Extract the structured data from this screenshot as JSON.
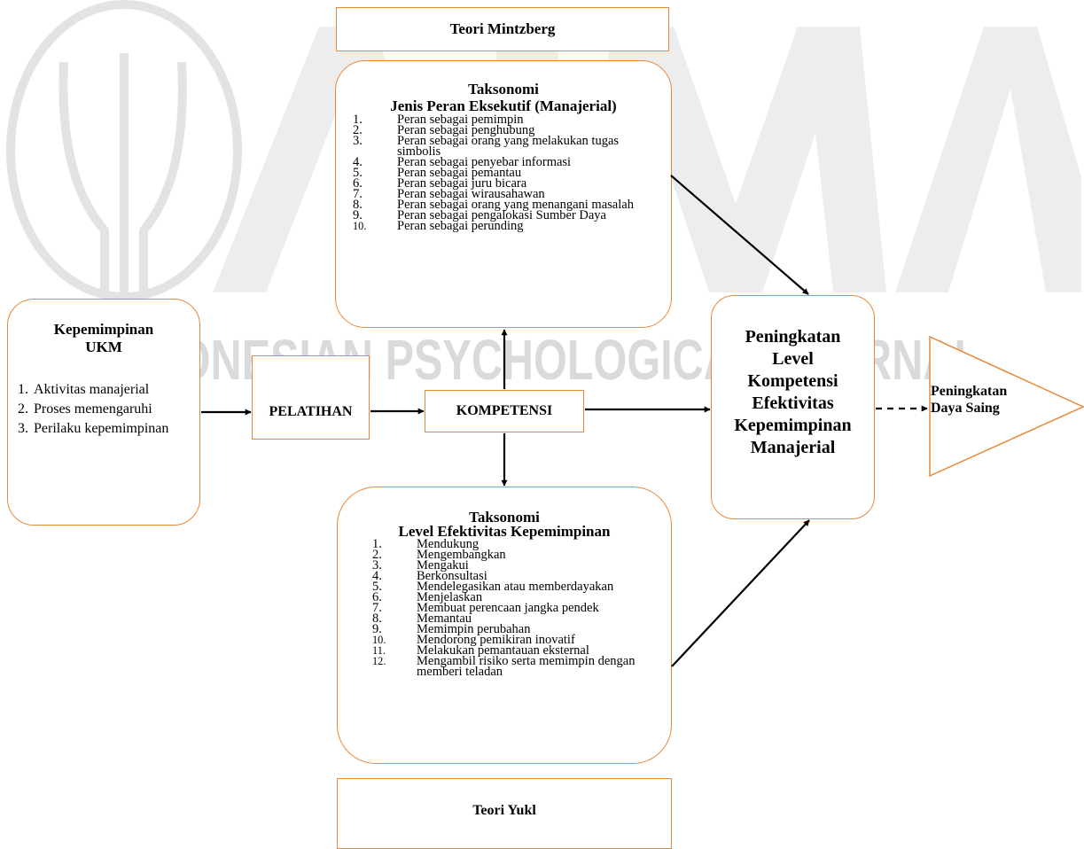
{
  "watermark": {
    "text": "INDONESIAN PSYCHOLOGICAL JOURNAL"
  },
  "colors": {
    "box_border": "#E8893A",
    "watermark": "#D9D9D9",
    "arrow": "#000000"
  },
  "teori_mintzberg": {
    "label": "Teori Mintzberg"
  },
  "teori_yukl": {
    "label": "Teori Yukl"
  },
  "taksonomi_mintzberg": {
    "title": "Taksonomi",
    "subtitle": "Jenis Peran Eksekutif (Manajerial)",
    "items": [
      {
        "num": "1.",
        "text": "Peran sebagai pemimpin"
      },
      {
        "num": "2.",
        "text": "Peran sebagai penghubung"
      },
      {
        "num": "3.",
        "text": "Peran sebagai orang yang melakukan tugas simbolis"
      },
      {
        "num": "4.",
        "text": "Peran sebagai penyebar informasi"
      },
      {
        "num": "5.",
        "text": "Peran sebagai pemantau"
      },
      {
        "num": "6.",
        "text": "Peran sebagai juru bicara"
      },
      {
        "num": "7.",
        "text": "Peran sebagai wirausahawan"
      },
      {
        "num": "8.",
        "text": "Peran sebagai orang yang menangani masalah"
      },
      {
        "num": "9.",
        "text": "Peran sebagai pengalokasi Sumber Daya"
      },
      {
        "num": "10.",
        "text": "Peran sebagai perunding"
      }
    ]
  },
  "taksonomi_yukl": {
    "title": "Taksonomi",
    "subtitle": "Level Efektivitas Kepemimpinan",
    "items": [
      {
        "num": "1.",
        "text": "Mendukung"
      },
      {
        "num": "2.",
        "text": "Mengembangkan"
      },
      {
        "num": "3.",
        "text": "Mengakui"
      },
      {
        "num": "4.",
        "text": "Berkonsultasi"
      },
      {
        "num": "5.",
        "text": "Mendelegasikan atau memberdayakan"
      },
      {
        "num": "6.",
        "text": "Menjelaskan"
      },
      {
        "num": "7.",
        "text": "Membuat perencaan jangka pendek"
      },
      {
        "num": "8.",
        "text": "Memantau"
      },
      {
        "num": "9.",
        "text": "Memimpin perubahan"
      },
      {
        "num": "10.",
        "text": "Mendorong pemikiran inovatif"
      },
      {
        "num": "11.",
        "text": "Melakukan pemantauan eksternal"
      },
      {
        "num": "12.",
        "text": "Mengambil risiko serta memimpin dengan memberi teladan"
      }
    ]
  },
  "kepemimpinan_ukm": {
    "title_line1": "Kepemimpinan",
    "title_line2": "UKM",
    "items": [
      {
        "num": "1.",
        "text": "Aktivitas manajerial"
      },
      {
        "num": "2.",
        "text": "Proses memengaruhi"
      },
      {
        "num": "3.",
        "text": "Perilaku kepemimpinan"
      }
    ]
  },
  "pelatihan": {
    "label": "PELATIHAN"
  },
  "kompetensi": {
    "label": "KOMPETENSI"
  },
  "peningkatan_level": {
    "lines": [
      "Peningkatan",
      "Level",
      "Kompetensi",
      "Efektivitas",
      "Kepemimpinan",
      "Manajerial"
    ]
  },
  "daya_saing": {
    "line1": "Peningkatan",
    "line2": "Daya Saing"
  }
}
